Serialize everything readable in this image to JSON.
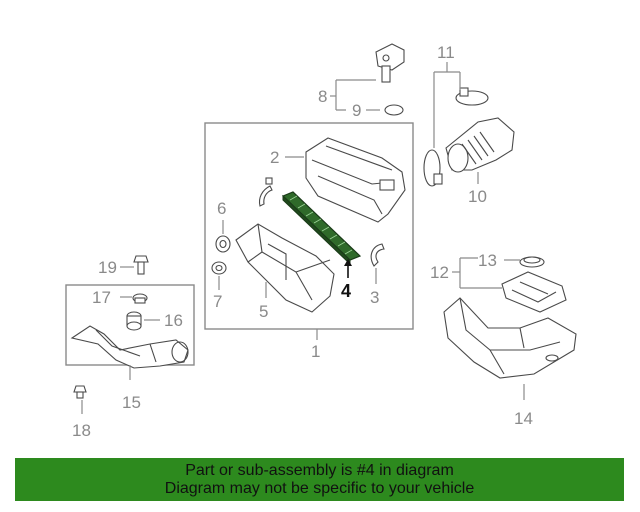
{
  "callouts": {
    "c1": "1",
    "c2": "2",
    "c3": "3",
    "c4": "4",
    "c5": "5",
    "c6": "6",
    "c7": "7",
    "c8": "8",
    "c9": "9",
    "c10": "10",
    "c11": "11",
    "c12": "12",
    "c13": "13",
    "c14": "14",
    "c15": "15",
    "c16": "16",
    "c17": "17",
    "c18": "18",
    "c19": "19"
  },
  "highlighted_part": "4",
  "banner": {
    "line1": "Part or sub-assembly is #4 in diagram",
    "line2": "Diagram may not be specific to your vehicle"
  },
  "colors": {
    "banner_bg": "#2d8a1e",
    "filter_fill": "#2f6a2a",
    "callout_text": "#8a8a8a",
    "highlight_text": "#111111"
  }
}
